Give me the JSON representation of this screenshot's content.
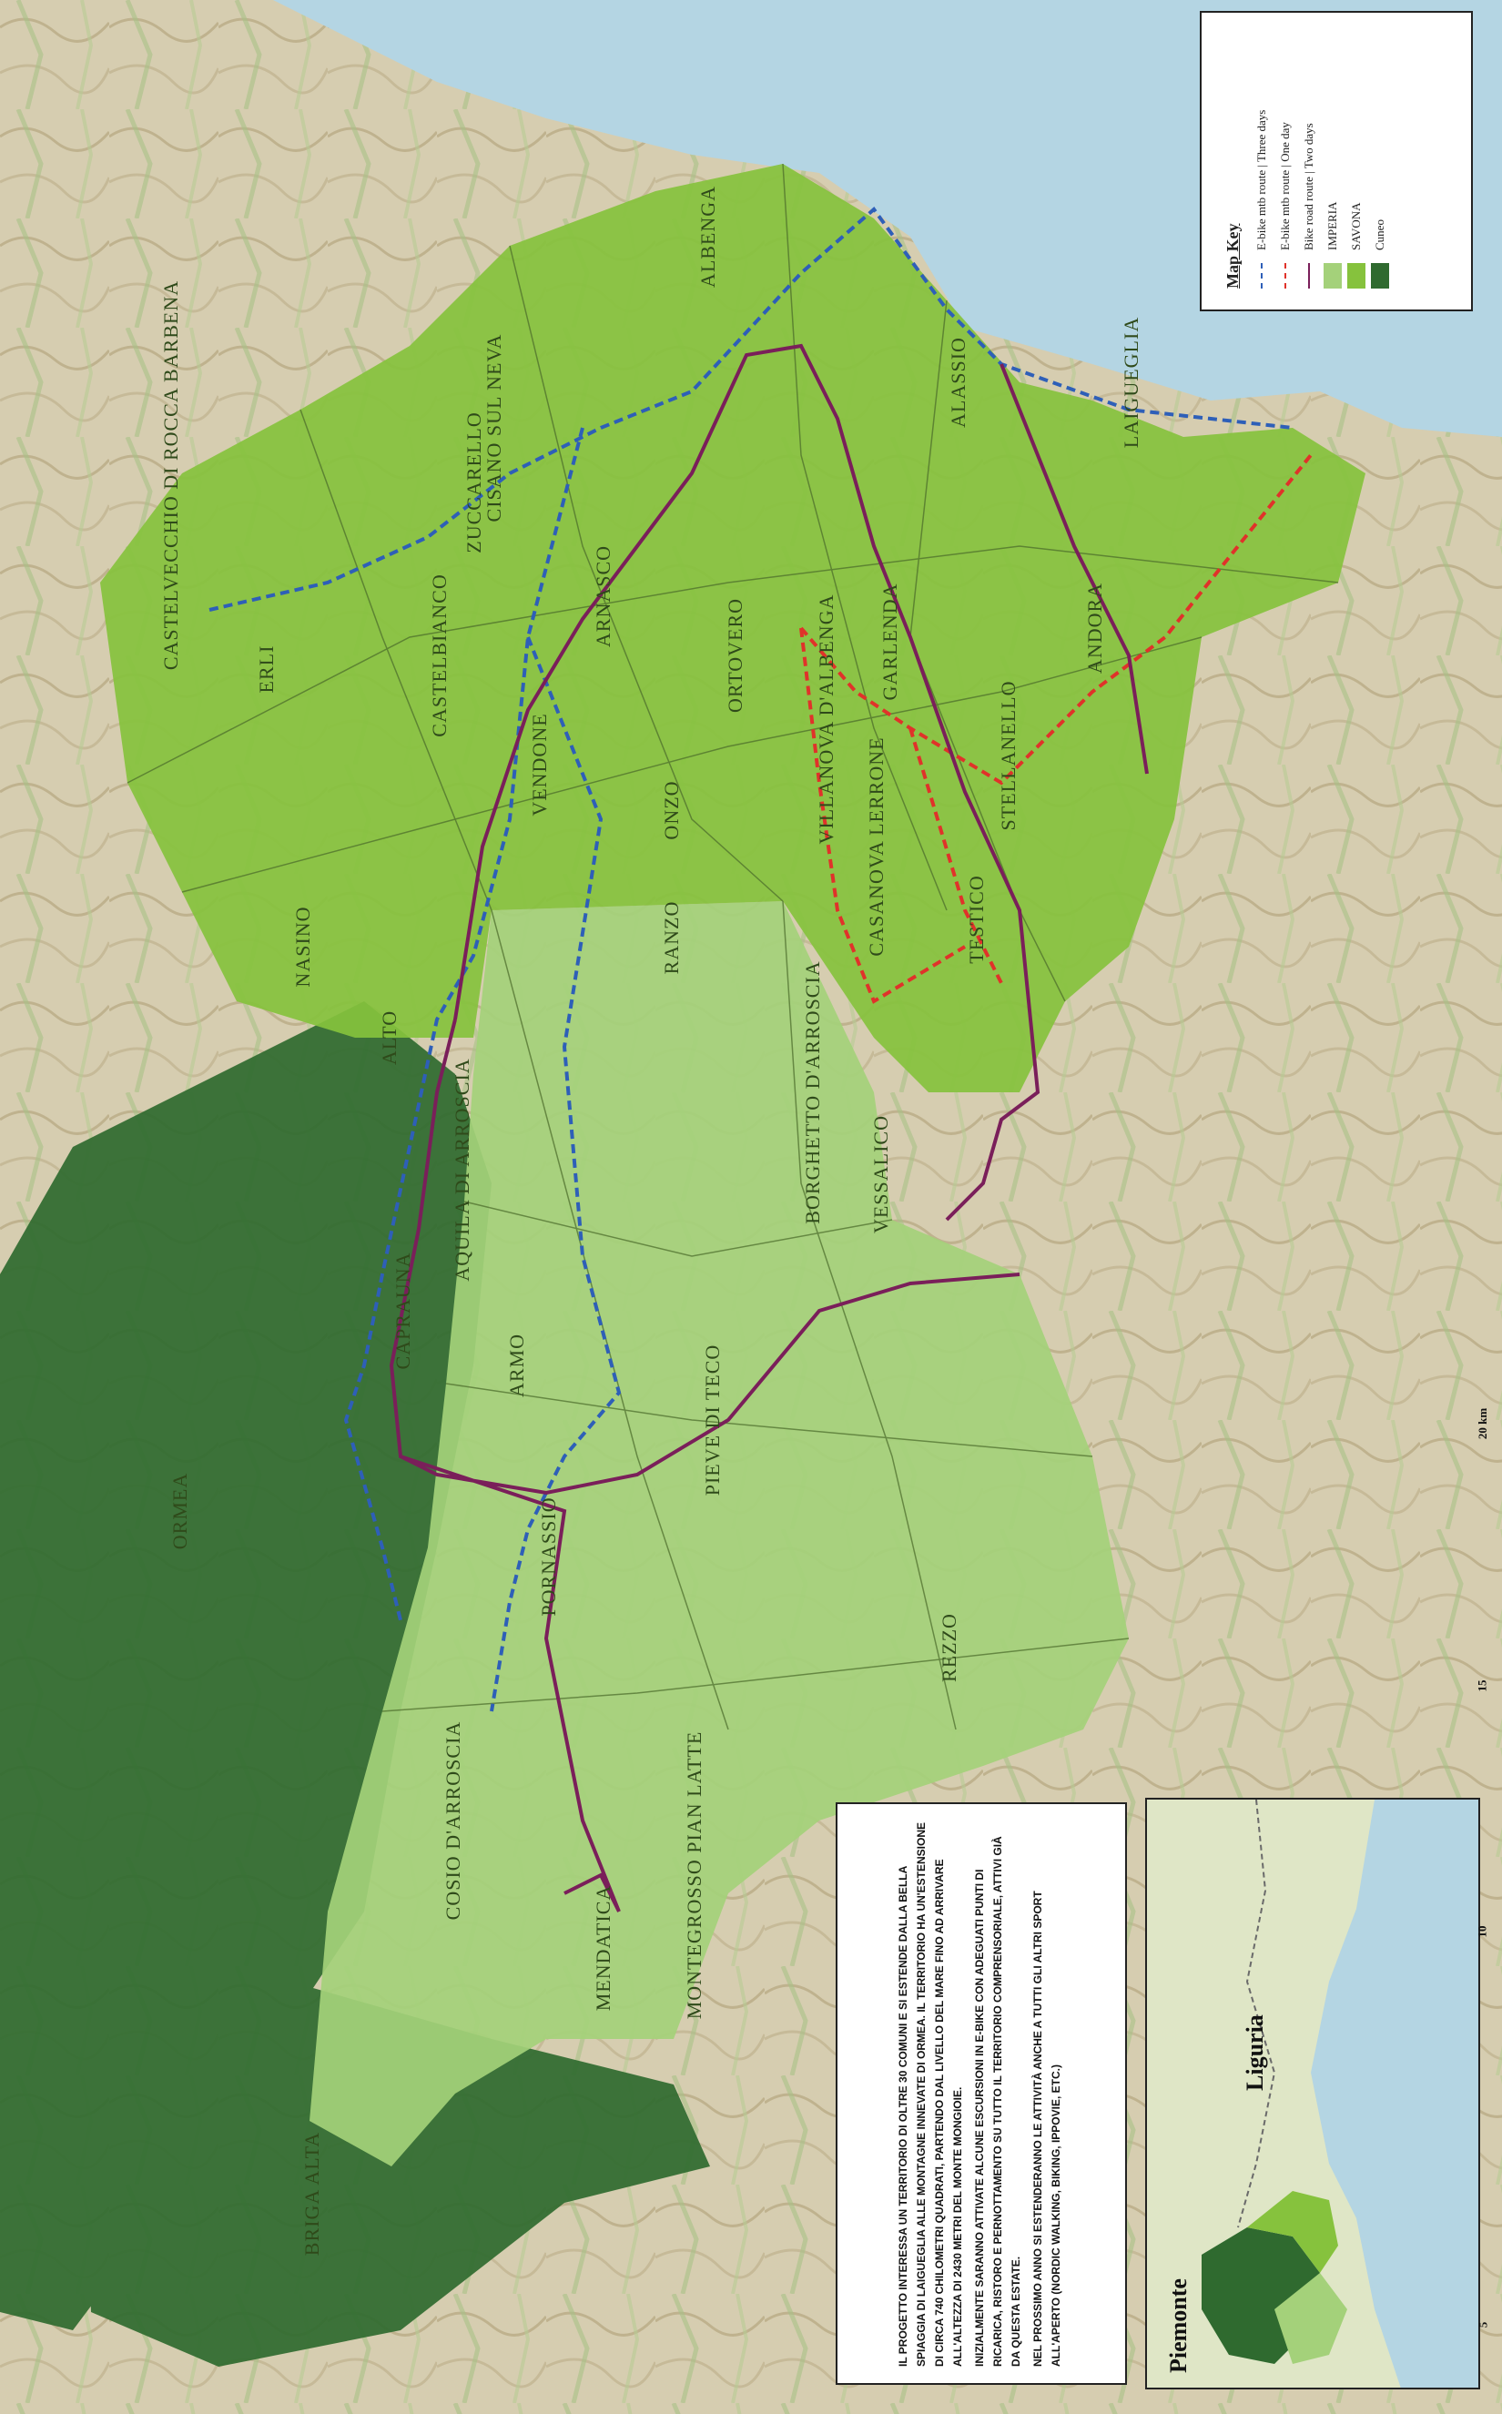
{
  "colors": {
    "imperia": "#a4d17a",
    "savona": "#86c23d",
    "cuneo": "#2f6a2f",
    "sea": "#b4d5e3",
    "ebike_multi_route": "#2e5fb8",
    "ebike_one_day_route": "#e0322a",
    "bike_road_route": "#7a1f5a"
  },
  "municipalities": [
    "CASTELVECCHIO DI ROCCA BARBENA",
    "ZUCCARELLO",
    "CISANO SUL NEVA",
    "ALBENGA",
    "ALASSIO",
    "LAIGUEGLIA",
    "ERLI",
    "CASTELBIANCO",
    "ARNASCO",
    "ORTOVERO",
    "VILLANOVA D'ALBENGA",
    "GARLENDA",
    "ANDORA",
    "STELLANELLO",
    "VENDONE",
    "ONZO",
    "CASANOVA LERRONE",
    "TESTICO",
    "NASINO",
    "RANZO",
    "BORGHETTO D'ARROSCIA",
    "VESSALICO",
    "AQUILA DI ARROSCIA",
    "ALTO",
    "CAPRAUNA",
    "ARMO",
    "PIEVE DI TECO",
    "ORMEA",
    "PORNASSIO",
    "REZZO",
    "COSIO D'ARROSCIA",
    "MENDATICA",
    "MONTEGROSSO PIAN LATTE",
    "BRIGA ALTA"
  ],
  "map_key": {
    "title": "Map Key",
    "items": [
      {
        "label": "E-bike mtb route | Three days",
        "symbol": "dashed-line",
        "color": "#2e5fb8"
      },
      {
        "label": "E-bike mtb route | One day",
        "symbol": "dashed-line",
        "color": "#e0322a"
      },
      {
        "label": "Bike road route | Two days",
        "symbol": "solid-line",
        "color": "#7a1f5a"
      },
      {
        "label": "IMPERIA",
        "symbol": "swatch",
        "color": "#a4d17a"
      },
      {
        "label": "SAVONA",
        "symbol": "swatch",
        "color": "#86c23d"
      },
      {
        "label": "Cuneo",
        "symbol": "swatch",
        "color": "#2f6a2f"
      }
    ]
  },
  "info_text": {
    "p1": "Il progetto interessa un territorio di oltre 30 comuni e si estende dalla bella spiaggia di Laigueglia alle montagne innevate di Ormea. Il territorio ha un'estensione di circa 740 chilometri quadrati, partendo dal livello del mare fino ad arrivare all'altezza di 2430 metri del Monte Mongioie.",
    "p2": "Inizialmente saranno attivate alcune escursioni in e-bike con adeguati punti di ricarica, ristoro e pernottamento su tutto il territorio comprensoriale, attivi già da questa estate.",
    "p3": "Nel prossimo anno si estenderanno le attività anche a tutti gli altri sport all'aperto (nordic walking, biking, ippovie, etc.)"
  },
  "inset": {
    "labels": [
      "Piemonte",
      "Liguria"
    ]
  },
  "scale_bar": {
    "ticks": [
      "5",
      "10",
      "15",
      "20 km"
    ]
  }
}
